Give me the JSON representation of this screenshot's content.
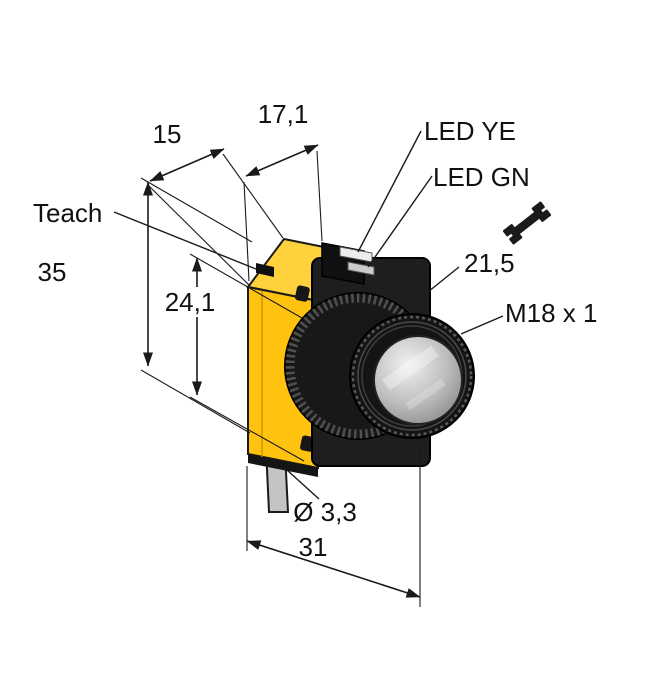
{
  "colors": {
    "ink": "#1a1a1a",
    "body_yellow": "#ffc20e",
    "body_yellow_light": "#ffd23d",
    "housing_black": "#1e1e1e",
    "ring_black": "#181818",
    "cable_gray": "#c4c4c4"
  },
  "labels": {
    "top_width": "17,1",
    "back_width": "15",
    "led_yellow": "LED YE",
    "led_green": "LED GN",
    "teach": "Teach",
    "height": "35",
    "front_height": "24,1",
    "wrench_size": "21,5",
    "thread_spec": "M18 x 1",
    "cable_diameter": "Ø 3,3",
    "bottom_width": "31"
  }
}
